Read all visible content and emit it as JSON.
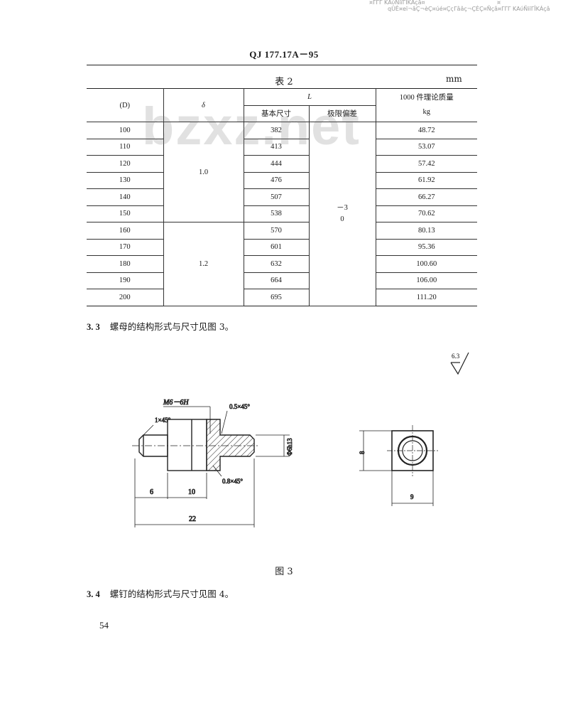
{
  "header": {
    "garbled_line1": "¤ΓΓΓ ΚΑύÑiïΓÎΚÁçâ¤",
    "garbled_mark": "¤",
    "garbled_line2": "qÛÊ¤eï¬âÇ¬èÇ¤úé¤ÇςΓââç¬ÇÈÇ¤Ñçâ¤ΓΓΓ ΚΑύÑiïΓÎΚÁçâ"
  },
  "standard_code": "QJ 177.17A－95",
  "watermark": "bzxz.net",
  "table": {
    "title": "表 2",
    "unit": "mm",
    "headers": {
      "d": "(D)",
      "delta": "δ",
      "l": "L",
      "basic": "基本尺寸",
      "deviation": "极限偏差",
      "mass_line1": "1000 件理论质量",
      "mass_line2": "kg"
    },
    "deviation_value_upper": "－3",
    "deviation_value_lower": "0",
    "delta_values": [
      "1.0",
      "1.2"
    ],
    "rows": [
      {
        "d": "100",
        "basic": "382",
        "mass": "48.72"
      },
      {
        "d": "110",
        "basic": "413",
        "mass": "53.07"
      },
      {
        "d": "120",
        "basic": "444",
        "mass": "57.42"
      },
      {
        "d": "130",
        "basic": "476",
        "mass": "61.92"
      },
      {
        "d": "140",
        "basic": "507",
        "mass": "66.27"
      },
      {
        "d": "150",
        "basic": "538",
        "mass": "70.62"
      },
      {
        "d": "160",
        "basic": "570",
        "mass": "80.13"
      },
      {
        "d": "170",
        "basic": "601",
        "mass": "95.36"
      },
      {
        "d": "180",
        "basic": "632",
        "mass": "100.60"
      },
      {
        "d": "190",
        "basic": "664",
        "mass": "106.00"
      },
      {
        "d": "200",
        "basic": "695",
        "mass": "111.20"
      }
    ]
  },
  "section_3_3": {
    "number": "3. 3",
    "text": "螺母的结构形式与尺寸见图 3。"
  },
  "section_3_4": {
    "number": "3. 4",
    "text": "螺钉的结构形式与尺寸见图 4。"
  },
  "figure": {
    "caption": "图 3",
    "roughness": "6.3",
    "labels": {
      "thread": "M6－6H",
      "chamfer_left": "1×45°",
      "chamfer_top": "0.5×45°",
      "chamfer_bottom": "0.8×45°",
      "diameter": "Φ6h13",
      "dim_6": "6",
      "dim_10": "10",
      "dim_22": "22",
      "dim_8": "8",
      "dim_9": "9"
    }
  },
  "page_number": "54"
}
